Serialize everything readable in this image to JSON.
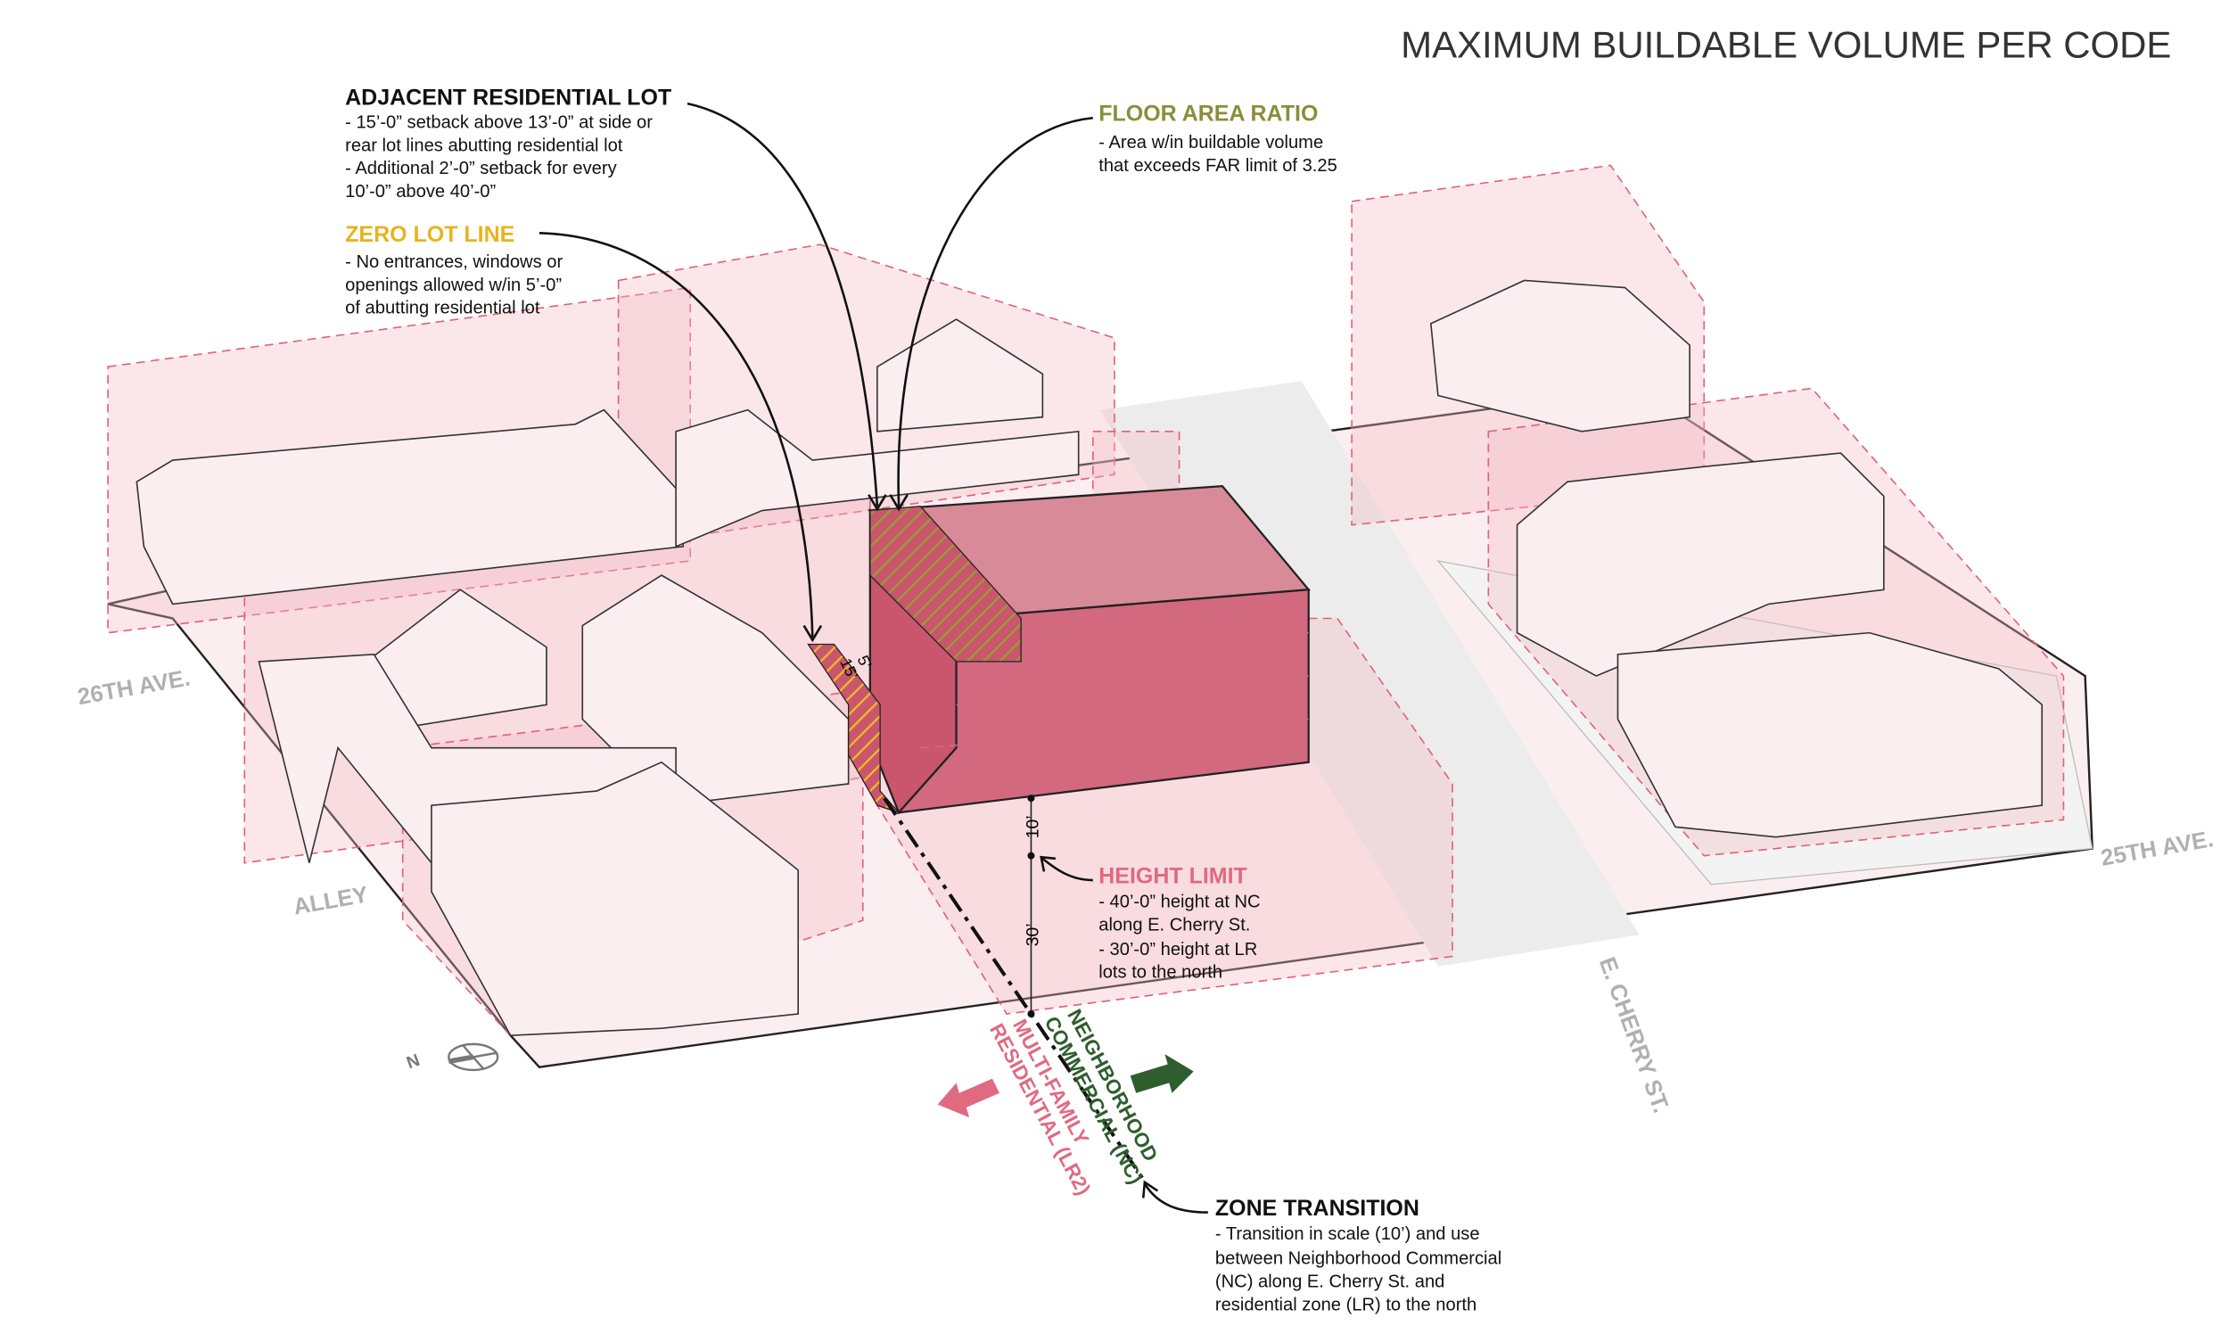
{
  "title": "MAXIMUM BUILDABLE VOLUME PER CODE",
  "callouts": {
    "adjacent": {
      "heading": "ADJACENT RESIDENTIAL LOT",
      "lines": [
        "-  15’-0” setback above 13’-0” at side or",
        "rear lot lines abutting residential lot",
        "-  Additional 2’-0” setback for every",
        "10’-0” above 40’-0”"
      ]
    },
    "zero_lot": {
      "heading": "ZERO LOT LINE",
      "lines": [
        "-  No entrances, windows or",
        "openings allowed w/in 5’-0”",
        "of abutting residential lot"
      ]
    },
    "far": {
      "heading": "FLOOR AREA RATIO",
      "lines": [
        "-  Area w/in buildable volume",
        "that exceeds FAR limit of 3.25"
      ]
    },
    "height": {
      "heading": "HEIGHT LIMIT",
      "lines": [
        "-  40’-0” height at NC",
        "along E. Cherry St.",
        "-  30’-0” height at LR",
        "lots to the north"
      ]
    },
    "zone": {
      "heading": "ZONE TRANSITION",
      "lines": [
        "-  Transition in scale (10’) and use",
        "between Neighborhood Commercial",
        "(NC) along E. Cherry St. and",
        "residential zone (LR) to the north"
      ]
    }
  },
  "streets": {
    "ave26": "26TH AVE.",
    "alley": "ALLEY",
    "ave25": "25TH AVE.",
    "cherry": "E. CHERRY ST."
  },
  "zones": {
    "nc": [
      "NEIGHBORHOOD",
      "COMMERCIAL (NC)"
    ],
    "lr": [
      "MULTI-FAMILY",
      "RESIDENTIAL (LR2)"
    ]
  },
  "dimensions": {
    "d15": "15’",
    "d5": "5’",
    "d10": "10’",
    "d30": "30’"
  },
  "compass": {
    "label": "N"
  },
  "colors": {
    "adjacent": "#111111",
    "zero_lot": "#e8b31e",
    "far": "#8a8e3a",
    "height": "#e06a80",
    "nc": "#2e5e2e",
    "lr": "#e06a80"
  }
}
